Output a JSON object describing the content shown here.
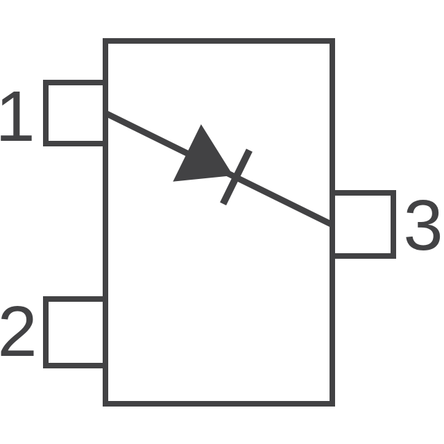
{
  "colors": {
    "line": "#424244",
    "background": "#ffffff"
  },
  "diagram": {
    "kind": "component-pinout-schematic",
    "symbol": "diode",
    "pins": [
      {
        "label": "1"
      },
      {
        "label": "2"
      },
      {
        "label": "3"
      }
    ]
  }
}
